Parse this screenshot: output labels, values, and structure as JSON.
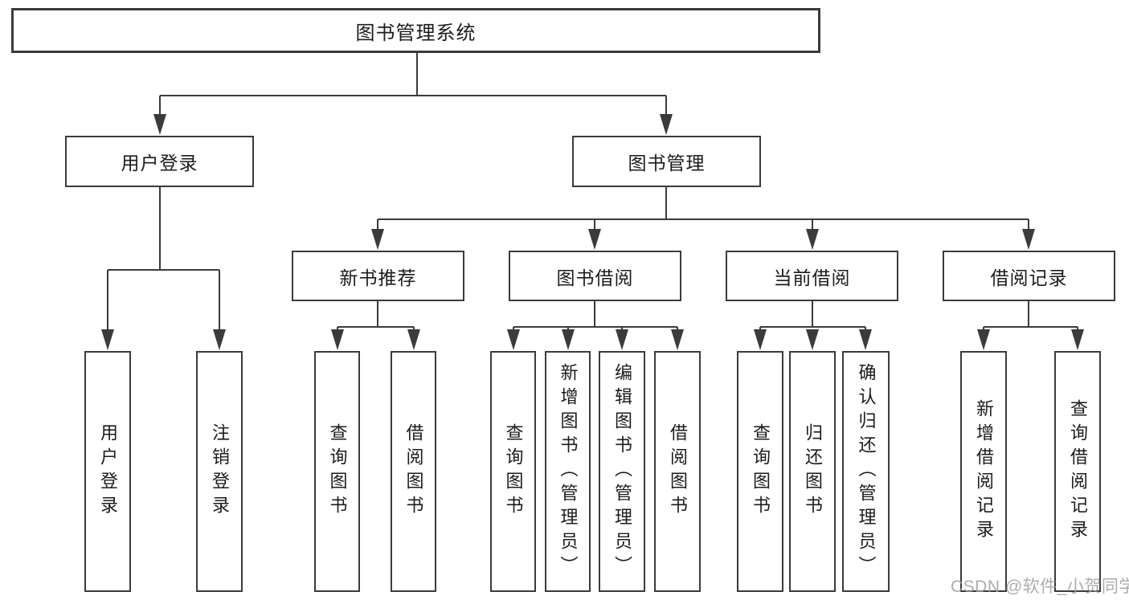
{
  "diagram": {
    "root": {
      "label": "图书管理系统"
    },
    "level2": [
      {
        "id": "user-login",
        "label": "用户登录"
      },
      {
        "id": "book-management",
        "label": "图书管理"
      }
    ],
    "level3": [
      {
        "id": "new-book-recommend",
        "label": "新书推荐"
      },
      {
        "id": "book-borrowing",
        "label": "图书借阅"
      },
      {
        "id": "current-borrowing",
        "label": "当前借阅"
      },
      {
        "id": "borrowing-records",
        "label": "借阅记录"
      }
    ],
    "leaves": [
      {
        "id": "user-login-leaf",
        "label": "用户登录"
      },
      {
        "id": "logout",
        "label": "注销登录"
      },
      {
        "id": "query-books-recommend",
        "label": "查询图书"
      },
      {
        "id": "borrow-books-recommend",
        "label": "借阅图书"
      },
      {
        "id": "query-books-borrowing",
        "label": "查询图书"
      },
      {
        "id": "add-books-admin",
        "label": "新增图书（管理员）"
      },
      {
        "id": "edit-books-admin",
        "label": "编辑图书（管理员）"
      },
      {
        "id": "borrow-books-borrowing",
        "label": "借阅图书"
      },
      {
        "id": "query-books-current",
        "label": "查询图书"
      },
      {
        "id": "return-books",
        "label": "归还图书"
      },
      {
        "id": "confirm-return-admin",
        "label": "确认归还（管理员）"
      },
      {
        "id": "add-borrow-record",
        "label": "新增借阅记录"
      },
      {
        "id": "query-borrow-record",
        "label": "查询借阅记录"
      }
    ],
    "watermark": "CSDN @软件_小贺同学",
    "colors": {
      "line": "#3b3b3b",
      "text": "#1c1c1c",
      "background": "#ffffff",
      "watermark": "#9e9e9e"
    }
  }
}
